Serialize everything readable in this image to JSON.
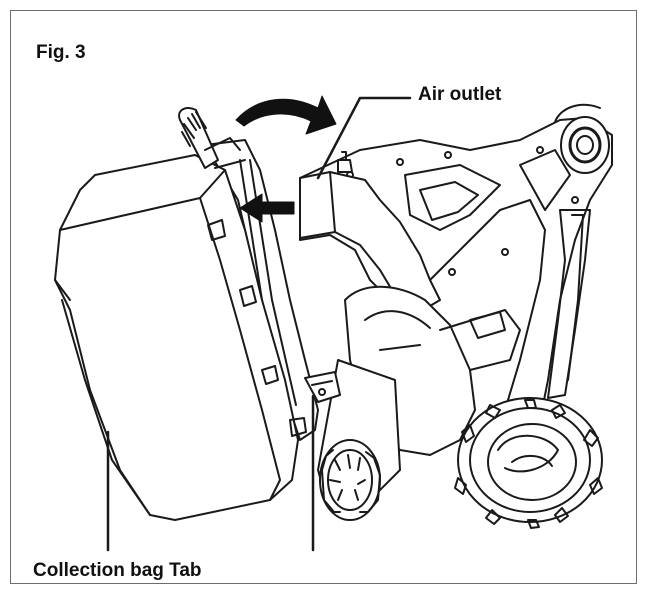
{
  "figure": {
    "label": "Fig. 3"
  },
  "callouts": {
    "air_outlet": "Air outlet",
    "collection_bag_tab": "Collection bag Tab"
  },
  "colors": {
    "line": "#1a1a1a",
    "frame": "#6d6d6d",
    "background": "#ffffff"
  }
}
